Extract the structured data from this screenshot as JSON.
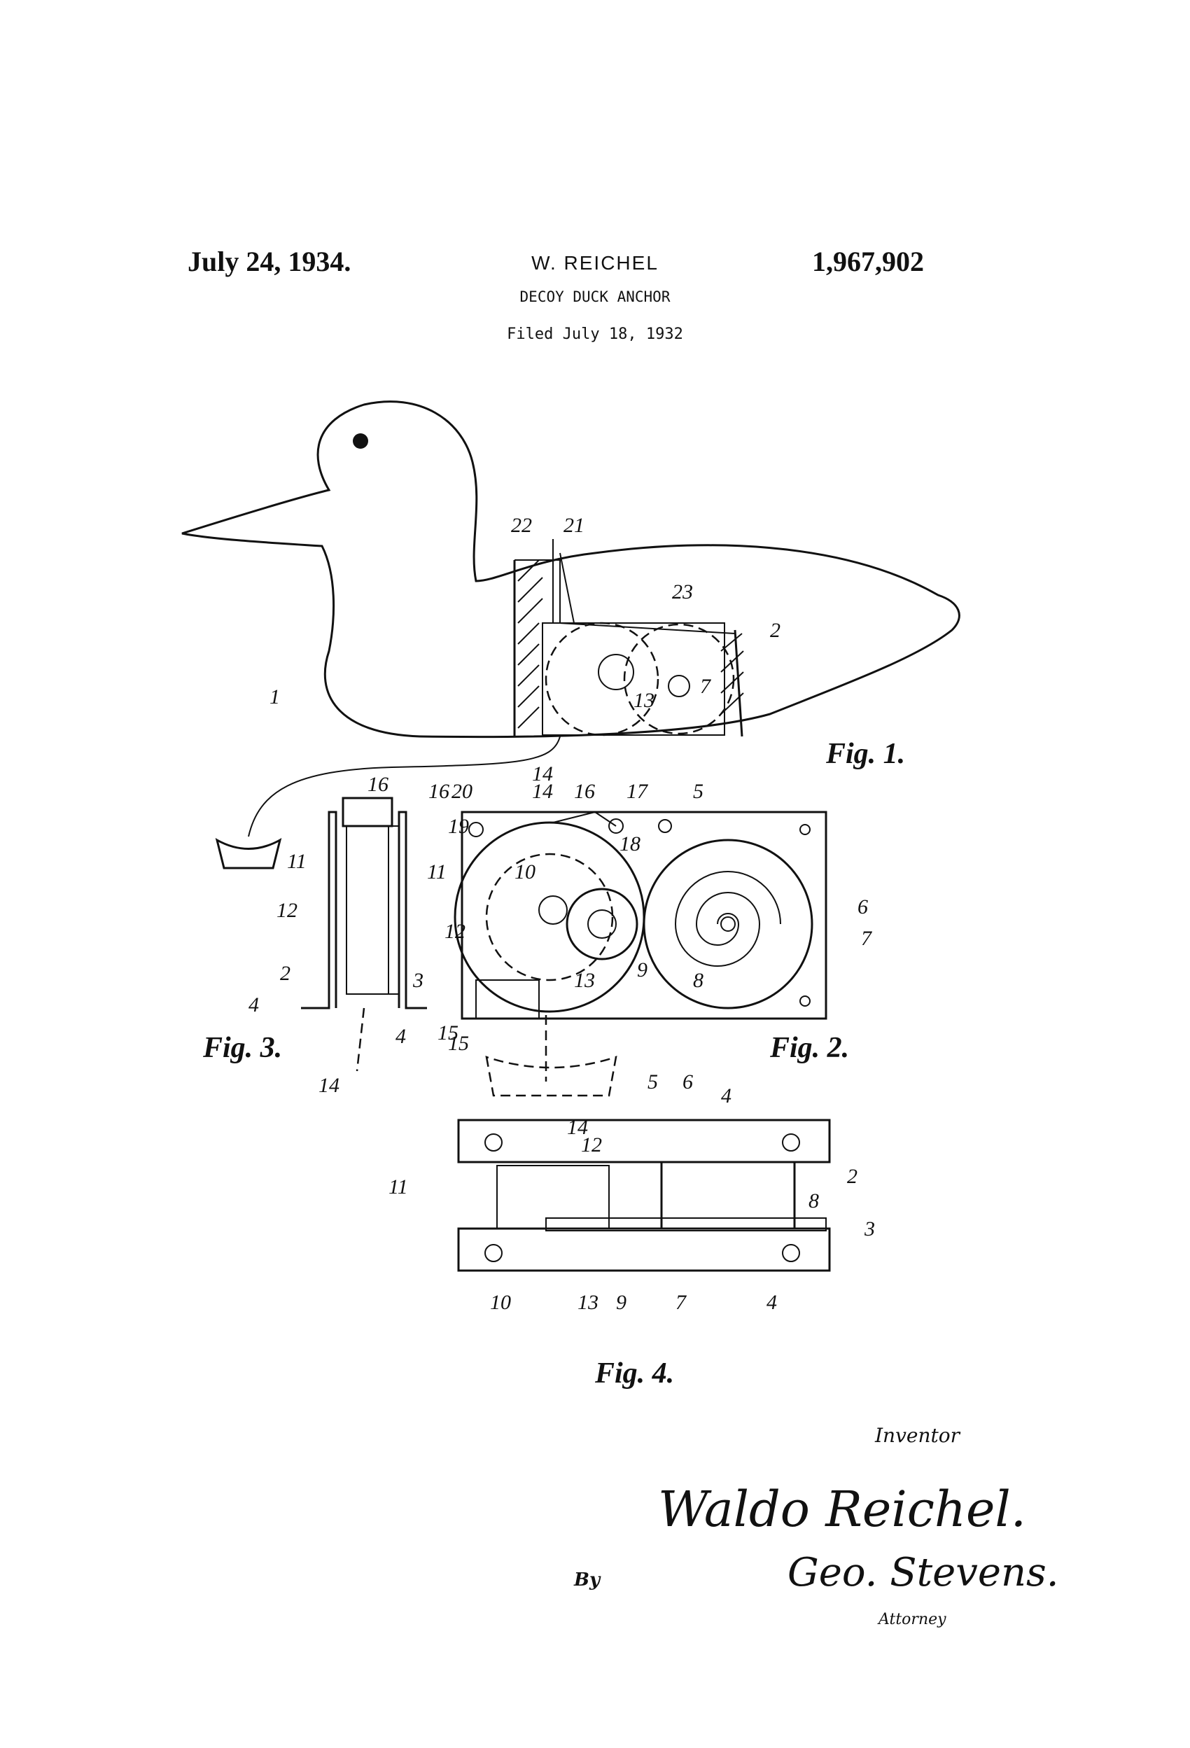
{
  "header": {
    "date": "July 24, 1934.",
    "inventor": "W. REICHEL",
    "patent_number": "1,967,902",
    "title": "DECOY DUCK ANCHOR",
    "filed": "Filed July 18, 1932"
  },
  "figures": {
    "fig1": "Fig. 1.",
    "fig2": "Fig. 2.",
    "fig3": "Fig. 3.",
    "fig4": "Fig. 4."
  },
  "reference_numerals": {
    "fig1": [
      "22",
      "21",
      "23",
      "2",
      "1",
      "7",
      "13",
      "14"
    ],
    "fig2": [
      "16",
      "20",
      "14",
      "16",
      "17",
      "5",
      "19",
      "18",
      "10",
      "11",
      "6",
      "12",
      "7",
      "13",
      "9",
      "8",
      "15"
    ],
    "fig3": [
      "16",
      "11",
      "12",
      "2",
      "3",
      "4",
      "4",
      "14",
      "15"
    ],
    "fig4": [
      "14",
      "5",
      "6",
      "4",
      "12",
      "2",
      "11",
      "8",
      "3",
      "10",
      "13",
      "9",
      "7",
      "4"
    ]
  },
  "signature_block": {
    "inventor_label": "Inventor",
    "inventor_signature": "Waldo Reichel.",
    "by_label": "By",
    "attorney_signature": "Geo. Stevens.",
    "attorney_label": "Attorney"
  }
}
